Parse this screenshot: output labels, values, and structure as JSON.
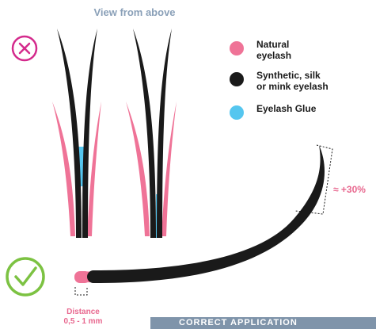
{
  "title": "View from above",
  "legend": [
    {
      "label": "Natural\neyelash",
      "color": "#ef7397"
    },
    {
      "label": "Synthetic, silk\nor mink eyelash",
      "color": "#1a1a1a"
    },
    {
      "label": "Eyelash Glue",
      "color": "#55c6ef"
    }
  ],
  "length_increase": "≈ +30%",
  "distance_label": "Distance\n0,5 - 1 mm",
  "banner_text": "CORRECT APPLICATION",
  "colors": {
    "natural": "#ef7397",
    "synthetic": "#1a1a1a",
    "glue": "#55c6ef",
    "incorrect": "#d42a8c",
    "correct": "#7cc242",
    "accent_text": "#e8688f"
  },
  "icons": [
    "cross-circle-icon",
    "check-circle-icon"
  ]
}
